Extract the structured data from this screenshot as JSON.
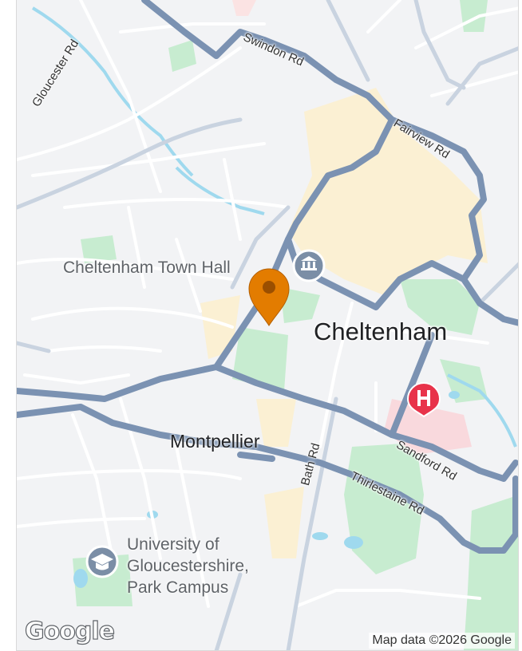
{
  "map": {
    "streets": {
      "gloucester_rd": "Gloucester Rd",
      "swindon_rd": "Swindon Rd",
      "fairview_rd": "Fairview Rd",
      "bath_rd": "Bath Rd",
      "sandford_rd": "Sandford Rd",
      "thirlestaine_rd": "Thirlestaine Rd"
    },
    "places": {
      "town_hall": "Cheltenham Town Hall",
      "city": "Cheltenham",
      "district": "Montpellier",
      "campus": "University of\nGloucestershire,\nPark Campus"
    },
    "icons": {
      "town_hall": "museum-icon",
      "hospital": "hospital-icon",
      "campus": "graduation-cap-icon",
      "marker": "location-pin-icon"
    },
    "colors": {
      "major_road": "#7b92b2",
      "park": "#c7ecd0",
      "water": "#9fd9ee",
      "marker": "#e37c00",
      "hospital": "#e8334a"
    },
    "attribution": "Map data ©2026 Google",
    "logo": "Google"
  }
}
